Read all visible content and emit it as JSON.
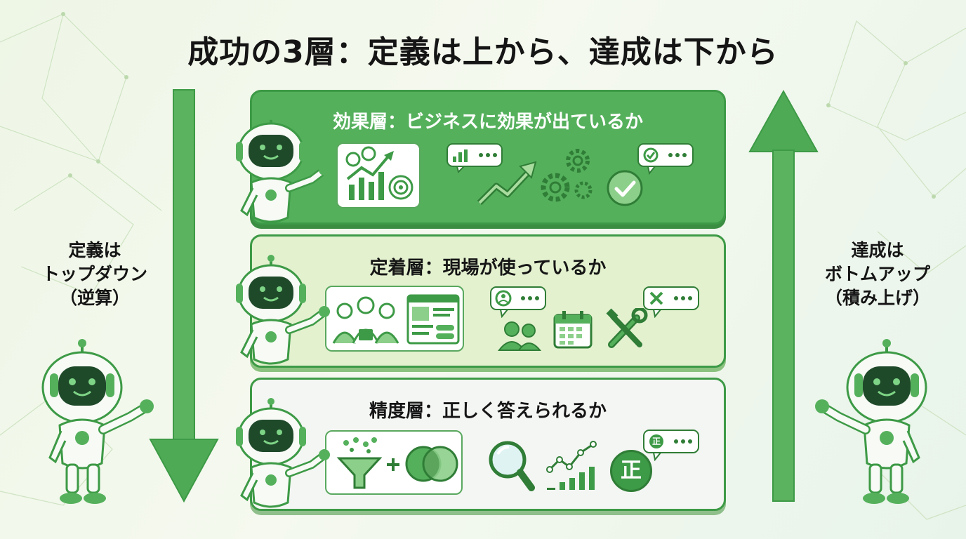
{
  "title": "成功の3層：定義は上から、達成は下から",
  "left_label": {
    "line1": "定義は",
    "line2": "トップダウン",
    "line3": "（逆算）"
  },
  "right_label": {
    "line1": "達成は",
    "line2": "ボトムアップ",
    "line3": "（積み上げ）"
  },
  "layers": [
    {
      "title": "効果層：ビジネスに効果が出ているか",
      "icons": [
        "growth-chart-icon",
        "chart-bubble-icon",
        "trend-arrow-icon",
        "gears-icon",
        "check-bubble-icon",
        "check-circle-icon"
      ]
    },
    {
      "title": "定着層：現場が使っているか",
      "icons": [
        "team-icon",
        "dashboard-icon",
        "user-bubble-icon",
        "users-icon",
        "calendar-icon",
        "tools-icon",
        "tools-bubble-icon"
      ]
    },
    {
      "title": "精度層：正しく答えられるか",
      "icons": [
        "funnel-icon",
        "plus-icon",
        "venn-icon",
        "magnifier-icon",
        "line-bar-chart-icon",
        "correct-badge-icon",
        "correct-bubble-icon"
      ]
    }
  ],
  "badge_text": "正",
  "colors": {
    "dark_green": "#3d9a46",
    "mid_green": "#55b05c",
    "light_green": "#e3f1cf",
    "robot_face": "#1f4a2a"
  }
}
